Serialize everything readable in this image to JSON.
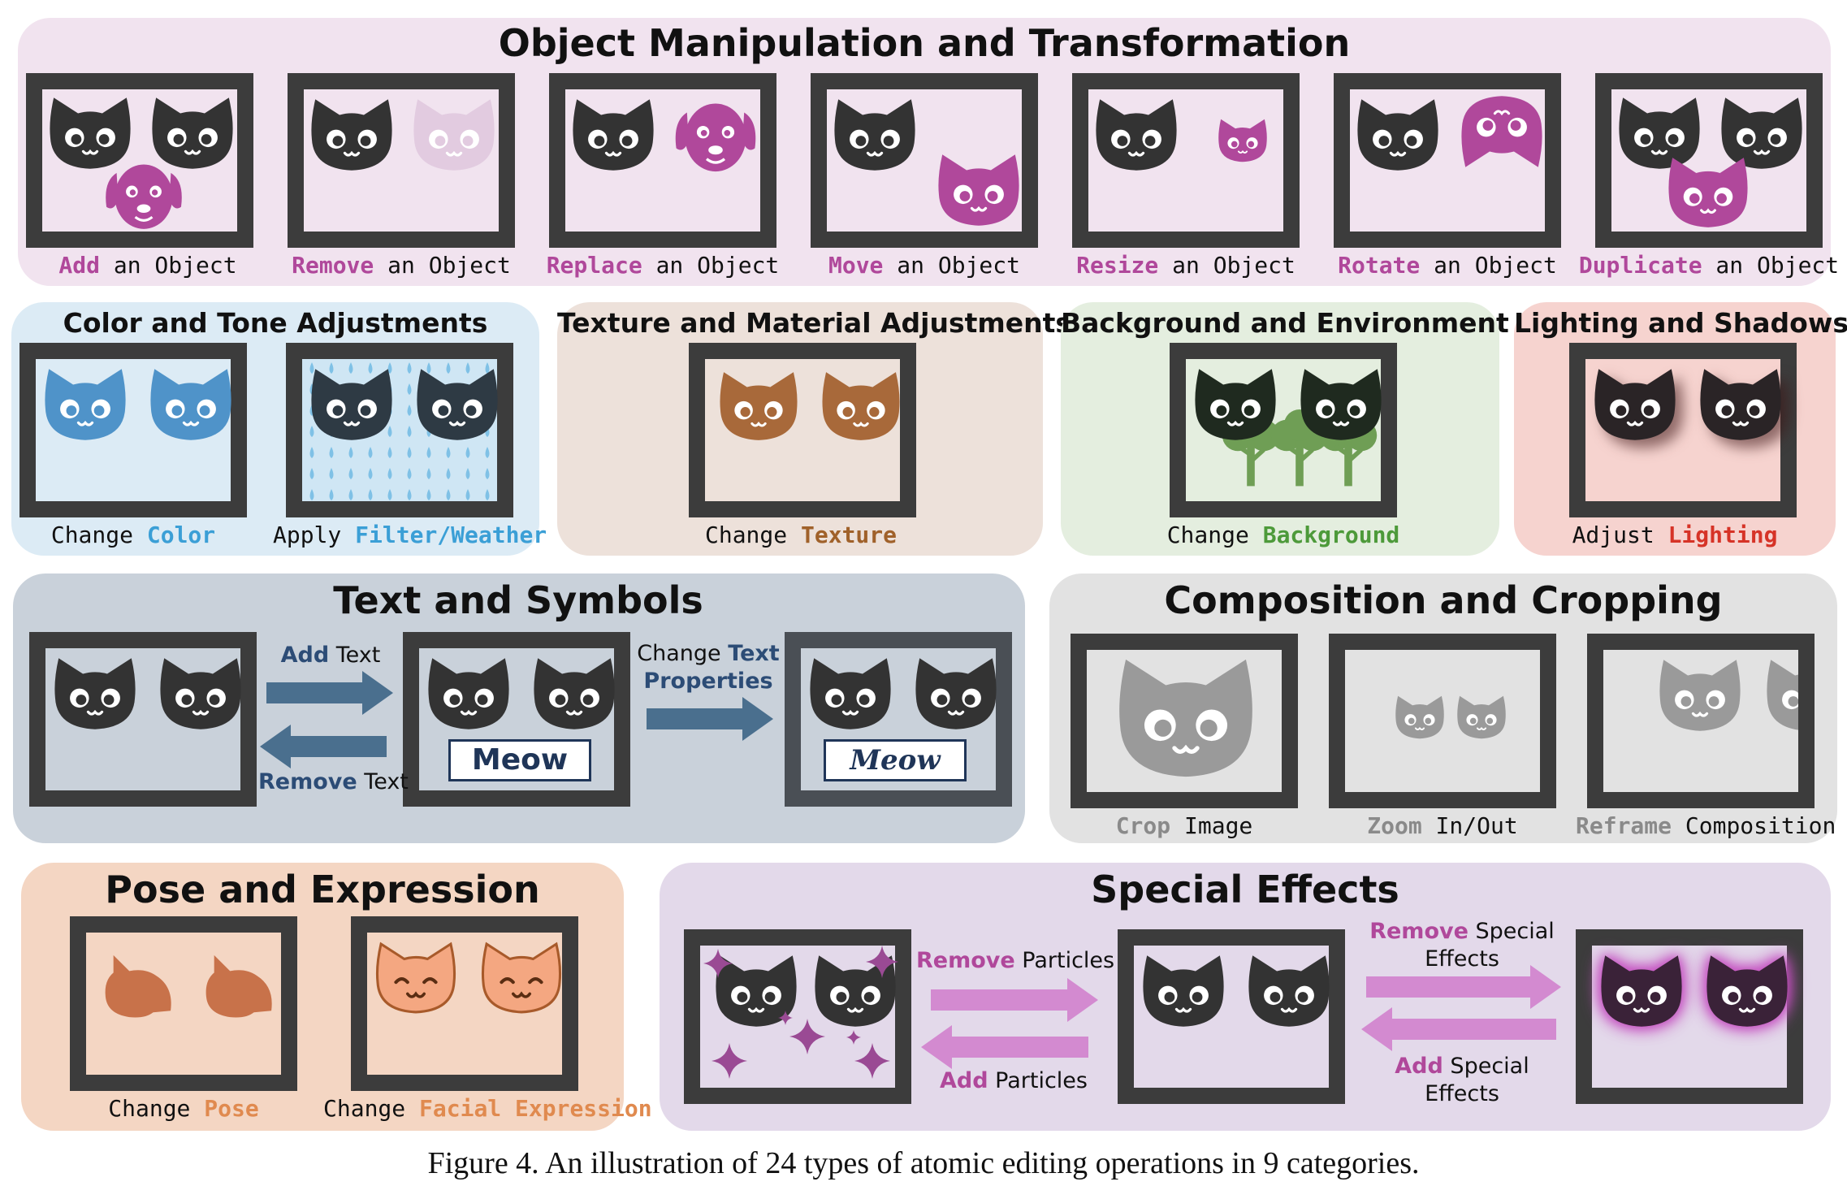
{
  "colors": {
    "object": "#b0489b",
    "color_tone": "#3b9fd6",
    "texture": "#a0612a",
    "background": "#4d9a3a",
    "lighting": "#d63327",
    "text": "#2c4c76",
    "composition": "#8a8a8a",
    "pose": "#e08a4f",
    "effects": "#b0489b"
  },
  "panels": {
    "object": {
      "title": "Object Manipulation and Transformation",
      "items": [
        {
          "hl": "Add",
          "rest": " an Object"
        },
        {
          "hl": "Remove",
          "rest": " an Object"
        },
        {
          "hl": "Replace",
          "rest": " an Object"
        },
        {
          "hl": "Move",
          "rest": " an Object"
        },
        {
          "hl": "Resize",
          "rest": " an Object"
        },
        {
          "hl": "Rotate",
          "rest": " an Object"
        },
        {
          "hl": "Duplicate",
          "rest": " an Object"
        }
      ]
    },
    "color_tone": {
      "title": "Color and Tone Adjustments",
      "items": [
        {
          "pre": "Change ",
          "hl": "Color"
        },
        {
          "pre": "Apply ",
          "hl": "Filter/Weather"
        }
      ]
    },
    "texture": {
      "title": "Texture and Material Adjustments",
      "items": [
        {
          "pre": "Change ",
          "hl": "Texture"
        }
      ]
    },
    "background": {
      "title": "Background and Environment",
      "items": [
        {
          "pre": "Change ",
          "hl": "Background"
        }
      ]
    },
    "lighting": {
      "title": "Lighting and Shadows",
      "items": [
        {
          "pre": "Adjust ",
          "hl": "Lighting"
        }
      ]
    },
    "text": {
      "title": "Text and Symbols",
      "add_hl": "Add",
      "add_rest": " Text",
      "remove_hl": "Remove",
      "remove_rest": " Text",
      "change_pre": "Change ",
      "change_hl1": "Text",
      "change_hl2": "Properties",
      "meow": "Meow",
      "meow_styled": "Meow"
    },
    "composition": {
      "title": "Composition and Cropping",
      "items": [
        {
          "hl": "Crop",
          "rest": " Image"
        },
        {
          "hl": "Zoom",
          "rest": " In/Out"
        },
        {
          "hl": "Reframe",
          "rest": " Composition"
        }
      ]
    },
    "pose": {
      "title": "Pose and Expression",
      "items": [
        {
          "pre": "Change ",
          "hl": "Pose"
        },
        {
          "pre": "Change ",
          "hl": "Facial Expression"
        }
      ]
    },
    "effects": {
      "title": "Special Effects",
      "remove_particles_hl": "Remove",
      "remove_particles_rest": " Particles",
      "add_particles_hl": "Add",
      "add_particles_rest": " Particles",
      "remove_effects_hl": "Remove",
      "remove_effects_rest": " Special",
      "remove_effects_line2": "Effects",
      "add_effects_hl": "Add",
      "add_effects_rest": " Special",
      "add_effects_line2": "Effects"
    }
  },
  "caption": "Figure 4. An illustration of 24 types of atomic editing operations in 9 categories."
}
